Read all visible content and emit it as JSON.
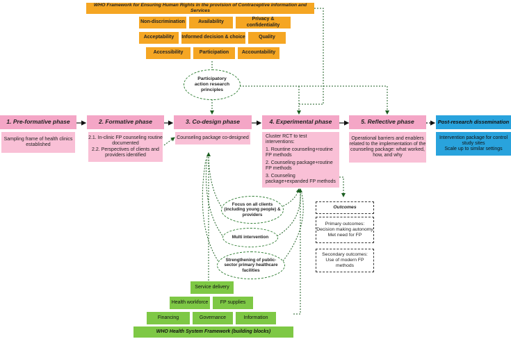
{
  "who_rights": {
    "title": "WHO Framework for Ensuring Human Rights in the provision of Contraceptive information and Services",
    "row1": [
      "Non-discrimination",
      "Availability",
      "Privacy & confidentiality"
    ],
    "row2": [
      "Acceptability",
      "Informed decision & choice",
      "Quality"
    ],
    "row3": [
      "Accessibility",
      "Participation",
      "Accountability"
    ]
  },
  "par": {
    "line1": "Participatory",
    "line2": "action research",
    "line3": "principles"
  },
  "phases": {
    "p1": {
      "title": "1. Pre-formative phase",
      "body": "Sampling frame of health clinics established"
    },
    "p2": {
      "title": "2. Formative phase",
      "b1": "2.1. In-clinic FP counseling routine documented",
      "b2": "2.2. Perspectives of clients and providers identified"
    },
    "p3": {
      "title": "3. Co-design phase",
      "body": "Counseling package co-designed"
    },
    "p4": {
      "title": "4. Experimental phase",
      "intro": "Cluster RCT to test interventions:",
      "i1": "1. Rountine counseling+routine FP methods",
      "i2": "2. Counseling package+routine FP methods",
      "i3": "3. Counseling package+expanded FP methods"
    },
    "p5": {
      "title": "5. Reflective phase",
      "body": "Operational barriers and enablers related to the implementation of the counseling package: what worked, how, and why"
    },
    "post": {
      "title": "Post-research dissemination",
      "l1": "Intervention package for control study sites",
      "l2": "Scale up to similar settings"
    }
  },
  "ellipses": {
    "focus": "Focus on all clients (including young people) & providers",
    "multi": "Multi intervention",
    "strength": "Strengthening of public-sector primary healthcare facilities"
  },
  "outcomes": {
    "title": "Outcomes",
    "primary_label": "Primary outcomes:",
    "primary_1": "Decision making autonomy",
    "primary_2": "Met need for FP",
    "secondary_label": "Secondary outcomes:",
    "secondary_1": "Use of modern FP methods"
  },
  "who_hs": {
    "title": "WHO Health System Framework (building blocks)",
    "row1": [
      "Service delivery"
    ],
    "row2": [
      "Health workforce",
      "FP supplies"
    ],
    "row3": [
      "Financing",
      "Governance",
      "Information"
    ]
  },
  "colors": {
    "orange": "#f5a623",
    "pink": "#f4a6c6",
    "blue": "#29a3dd",
    "green": "#7ec845",
    "dashed_green": "#2e7d32"
  }
}
